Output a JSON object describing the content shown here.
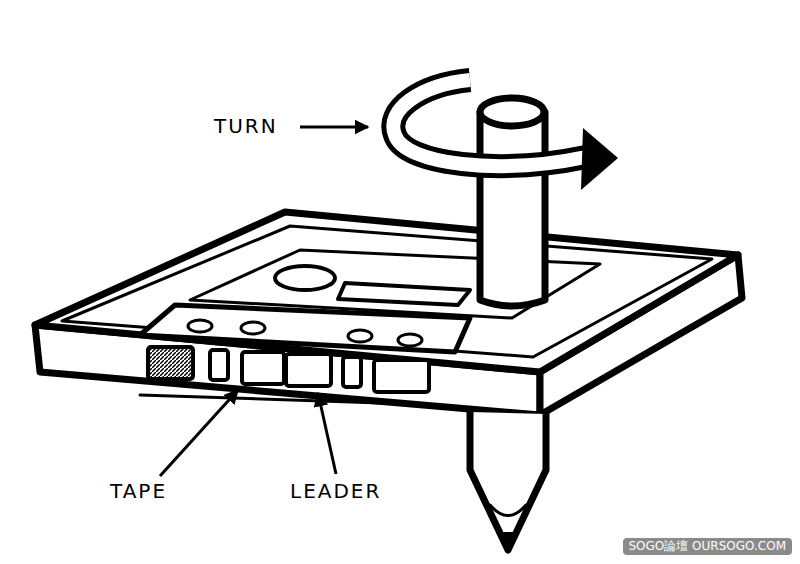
{
  "diagram": {
    "labels": [
      "TURN",
      "TAPE",
      "LEADER",
      "SOGO論壇 OURSOGO.COM"
    ]
  }
}
